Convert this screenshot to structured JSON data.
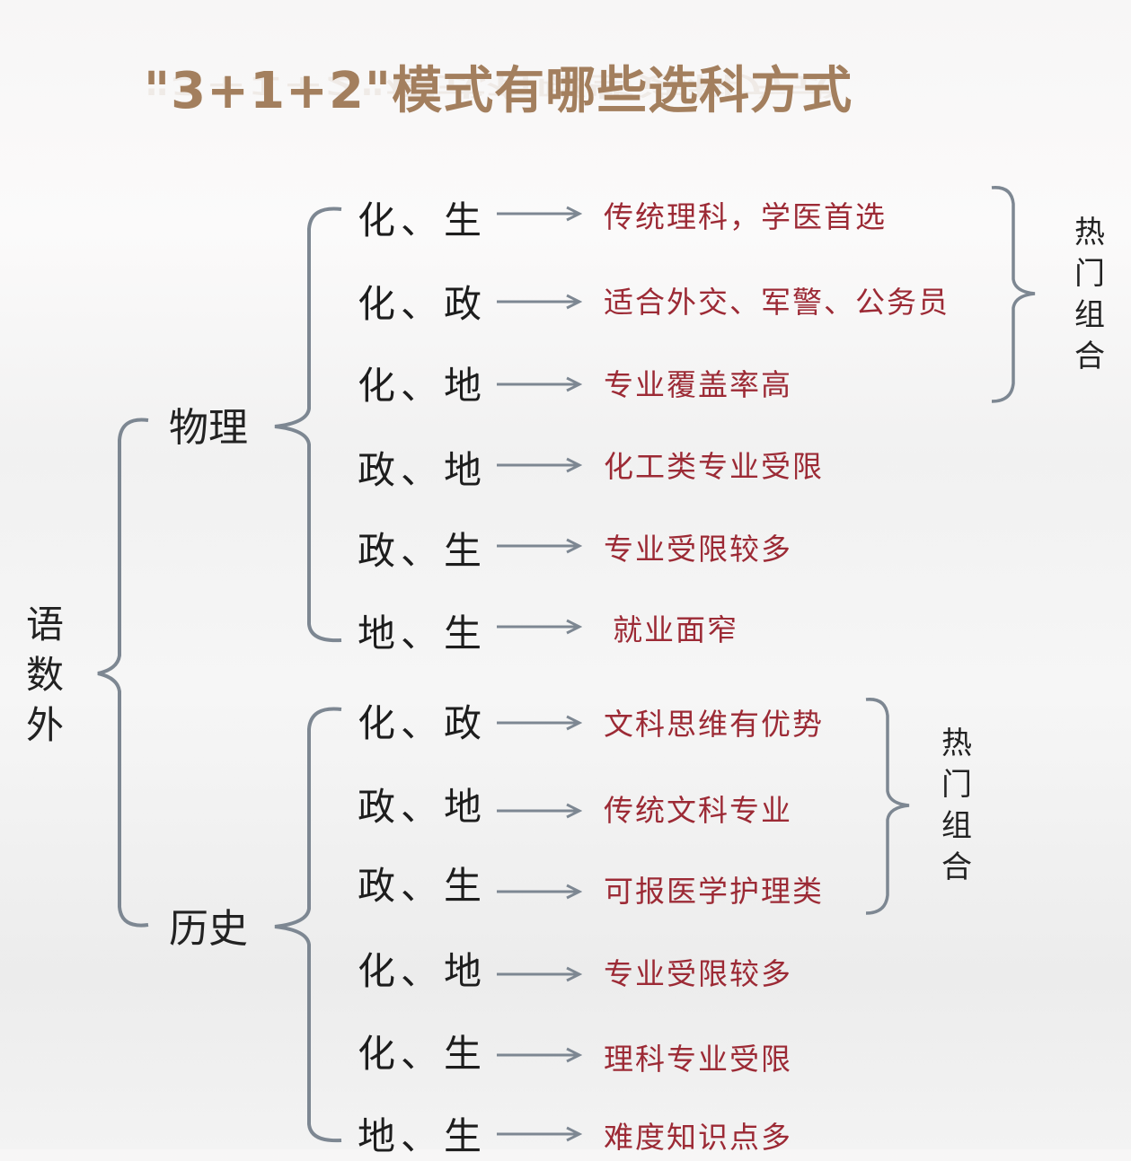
{
  "title": "\"3+1+2\"模式有哪些选科方式",
  "root": {
    "label": "语数外",
    "chars": [
      "语",
      "数",
      "外"
    ]
  },
  "branches": [
    {
      "label": "物理",
      "rows": [
        {
          "pair": [
            "化",
            "生"
          ],
          "desc": "传统理科，学医首选"
        },
        {
          "pair": [
            "化",
            "政"
          ],
          "desc": "适合外交、军警、公务员"
        },
        {
          "pair": [
            "化",
            "地"
          ],
          "desc": "专业覆盖率高"
        },
        {
          "pair": [
            "政",
            "地"
          ],
          "desc": "化工类专业受限"
        },
        {
          "pair": [
            "政",
            "生"
          ],
          "desc": "专业受限较多"
        },
        {
          "pair": [
            "地",
            "生"
          ],
          "desc": "就业面窄"
        }
      ],
      "hot_group": {
        "label": "热门组合",
        "chars": [
          "热",
          "门",
          "组",
          "合"
        ],
        "covers_rows": [
          0,
          1,
          2
        ]
      }
    },
    {
      "label": "历史",
      "rows": [
        {
          "pair": [
            "化",
            "政"
          ],
          "desc": "文科思维有优势"
        },
        {
          "pair": [
            "政",
            "地"
          ],
          "desc": "传统文科专业"
        },
        {
          "pair": [
            "政",
            "生"
          ],
          "desc": "可报医学护理类"
        },
        {
          "pair": [
            "化",
            "地"
          ],
          "desc": "专业受限较多"
        },
        {
          "pair": [
            "化",
            "生"
          ],
          "desc": "理科专业受限"
        },
        {
          "pair": [
            "地",
            "生"
          ],
          "desc": "难度知识点多"
        }
      ],
      "hot_group": {
        "label": "热门组合",
        "chars": [
          "热",
          "门",
          "组",
          "合"
        ],
        "covers_rows": [
          0,
          1,
          2
        ]
      }
    }
  ],
  "separator": "、",
  "colors": {
    "title": "#a37f5e",
    "desc": "#9c2a35",
    "text": "#1d1d1d",
    "line": "#7d8792"
  }
}
